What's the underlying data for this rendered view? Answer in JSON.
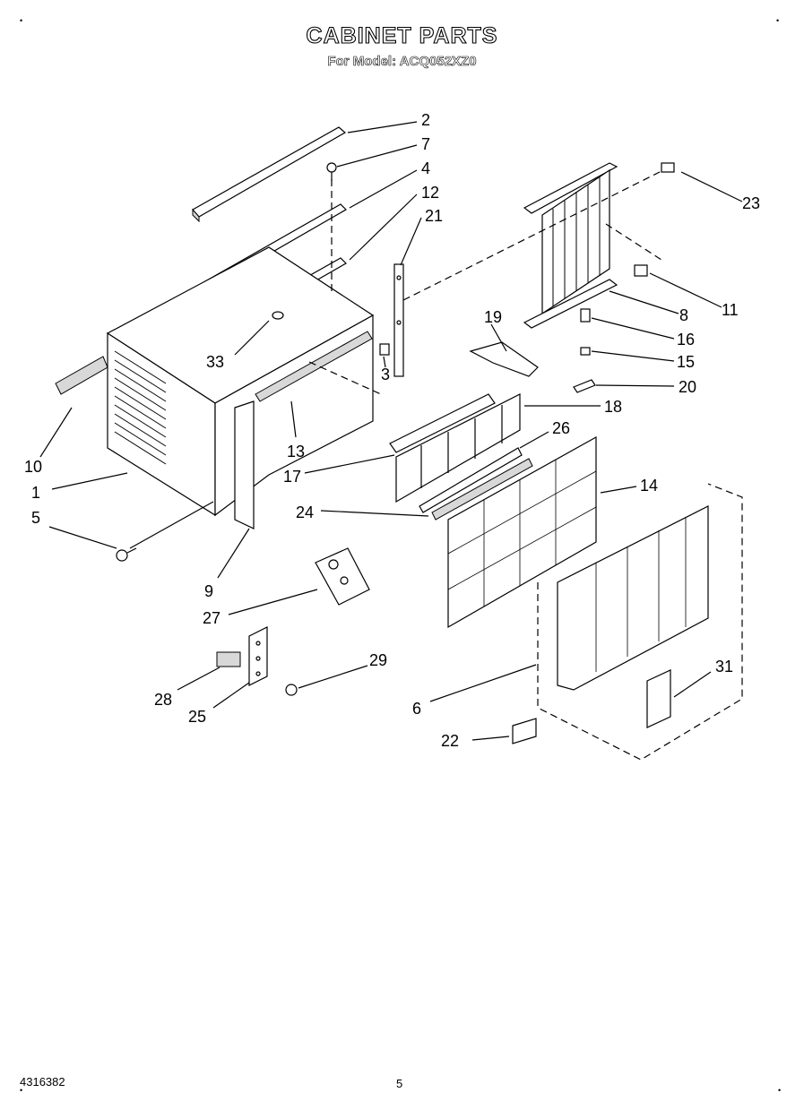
{
  "header": {
    "title": "CABINET PARTS",
    "subtitle": "For Model: ACQ052XZ0"
  },
  "footer": {
    "doc_number": "4316382",
    "page": "5"
  },
  "callouts": [
    "2",
    "7",
    "4",
    "12",
    "21",
    "23",
    "11",
    "8",
    "16",
    "15",
    "20",
    "19",
    "18",
    "26",
    "14",
    "33",
    "3",
    "13",
    "17",
    "24",
    "10",
    "1",
    "5",
    "9",
    "27",
    "28",
    "25",
    "29",
    "6",
    "31",
    "22"
  ]
}
